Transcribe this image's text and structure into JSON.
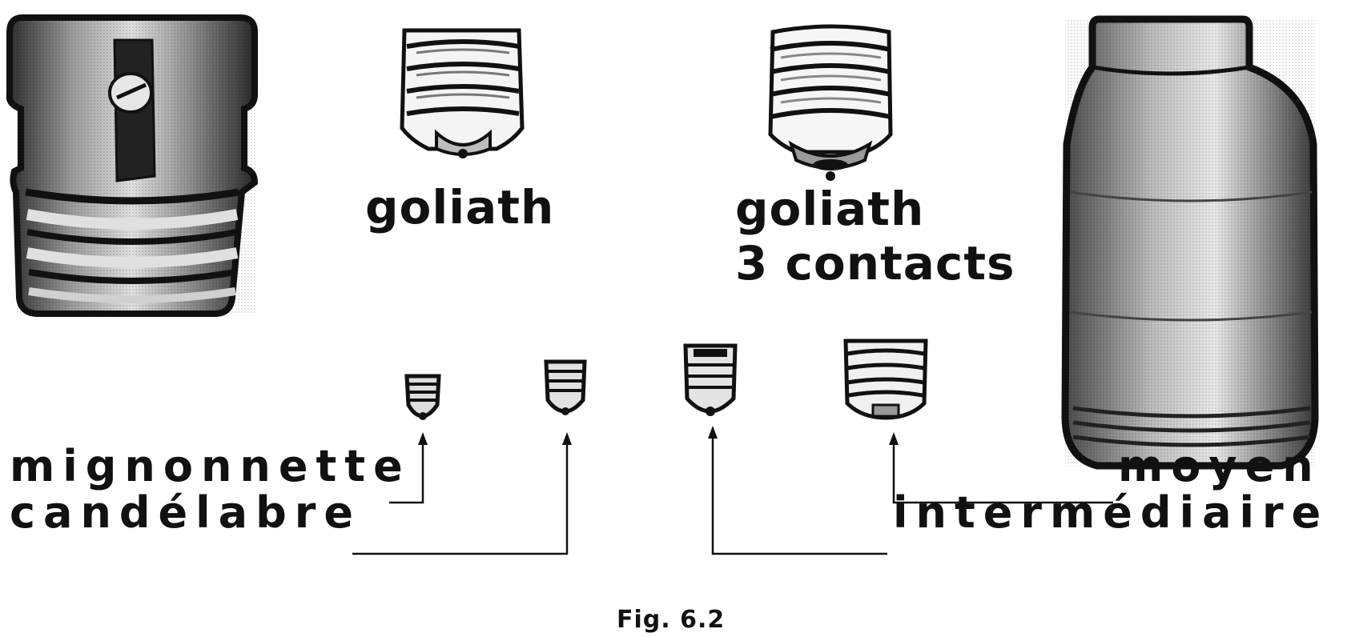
{
  "labels": {
    "goliath": "goliath",
    "goliath_3_line1": "goliath",
    "goliath_3_line2": "3 contacts",
    "mignonnette": "mignonnette",
    "candelabre": "candélabre",
    "moyen": "moyen",
    "intermediaire": "intermédiaire",
    "figure": "Fig. 6.2"
  },
  "colors": {
    "ink": "#111111",
    "metal_dark": "#3a3a3a",
    "metal_mid": "#8a8a8a",
    "metal_light": "#d8d8d8",
    "paper": "#ffffff"
  }
}
